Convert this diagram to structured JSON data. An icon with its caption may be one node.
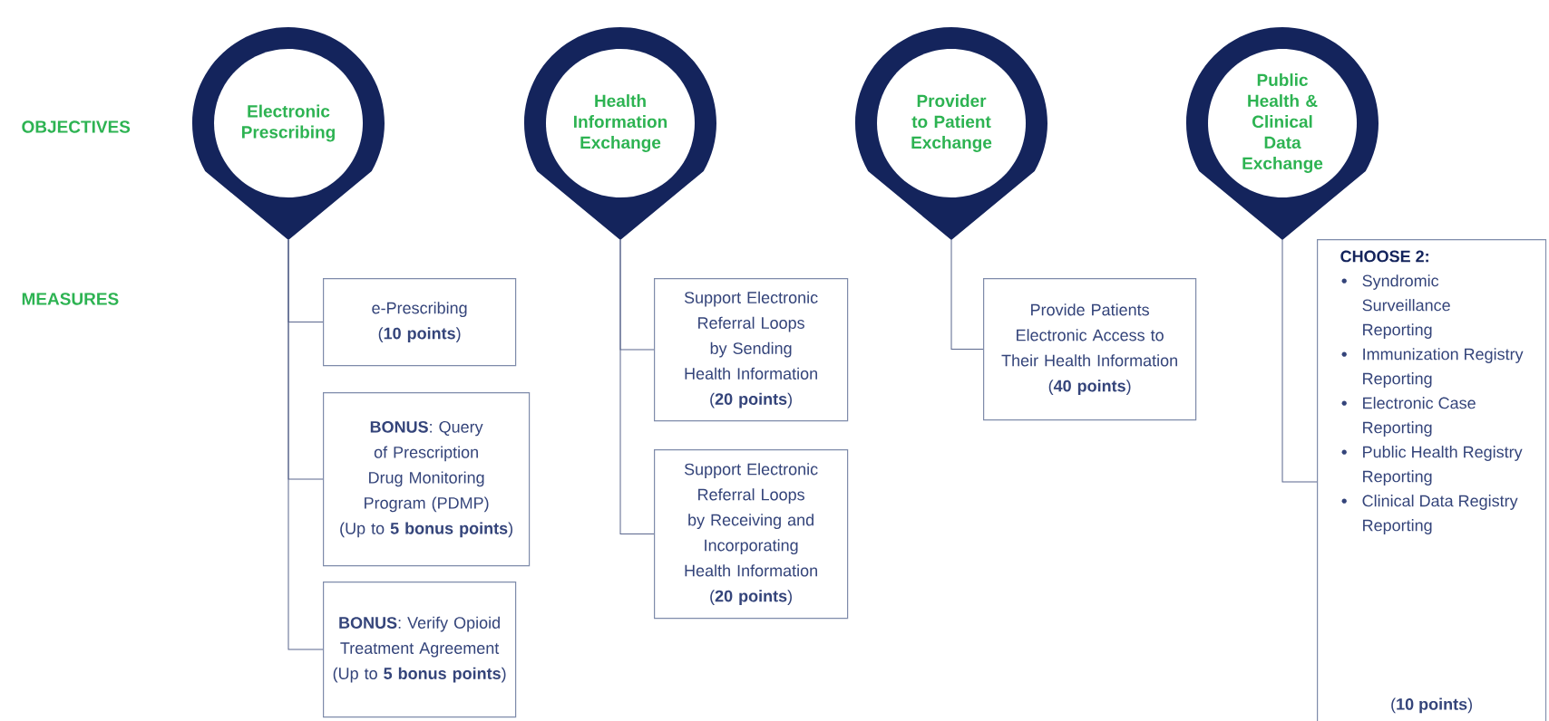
{
  "diagram": {
    "nodes": [
      {
        "text": [
          "Electronic Prescribing"
        ]
      },
      {
        "text": [
          "Health Information Exchange"
        ]
      },
      {
        "text": [
          "Provider to Patient Exchange"
        ]
      },
      {
        "text": [
          "Public Health & Clinical Data Exchange"
        ]
      },
      {
        "text": [
          "e-Prescribing",
          "(**10 points**)"
        ]
      },
      {
        "text": [
          "**BONUS**: Query of Prescription Drug Monitoring Program (PDMP)",
          "(Up to **5 bonus points**)"
        ]
      },
      {
        "text": [
          "**BONUS**: Verify Opioid Treatment Agreement",
          "(Up to **5 bonus points**)"
        ]
      },
      {
        "text": [
          "Support Electronic Referral Loops by Sending Health Information",
          "(**20 points**)"
        ]
      },
      {
        "text": [
          "Support Electronic Referral Loops by Receiving and Incorporating Health Information",
          "(**20 points**)"
        ]
      },
      {
        "text": [
          "Provide Patients Electronic Access to Their Health Information",
          "(**40 points**)"
        ]
      },
      {
        "text": [
          "CHOOSE 2:",
          "Syndromic Surveillance Reporting",
          "Immunization Registry Reporting",
          "Electronic Case Reporting",
          "Public Health Registry Reporting",
          "Clinical Data Registry Reporting",
          "(**10 points**)"
        ]
      }
    ],
    "edges": [
      {
        "from": 0,
        "to": 4,
        "arrow": "none"
      },
      {
        "from": 0,
        "to": 5,
        "arrow": "none"
      },
      {
        "from": 0,
        "to": 6,
        "arrow": "none"
      },
      {
        "from": 1,
        "to": 7,
        "arrow": "none"
      },
      {
        "from": 1,
        "to": 8,
        "arrow": "none"
      },
      {
        "from": 2,
        "to": 9,
        "arrow": "none"
      },
      {
        "from": 3,
        "to": 10,
        "arrow": "none"
      }
    ],
    "labels": [
      "OBJECTIVES",
      "MEASURES"
    ]
  }
}
